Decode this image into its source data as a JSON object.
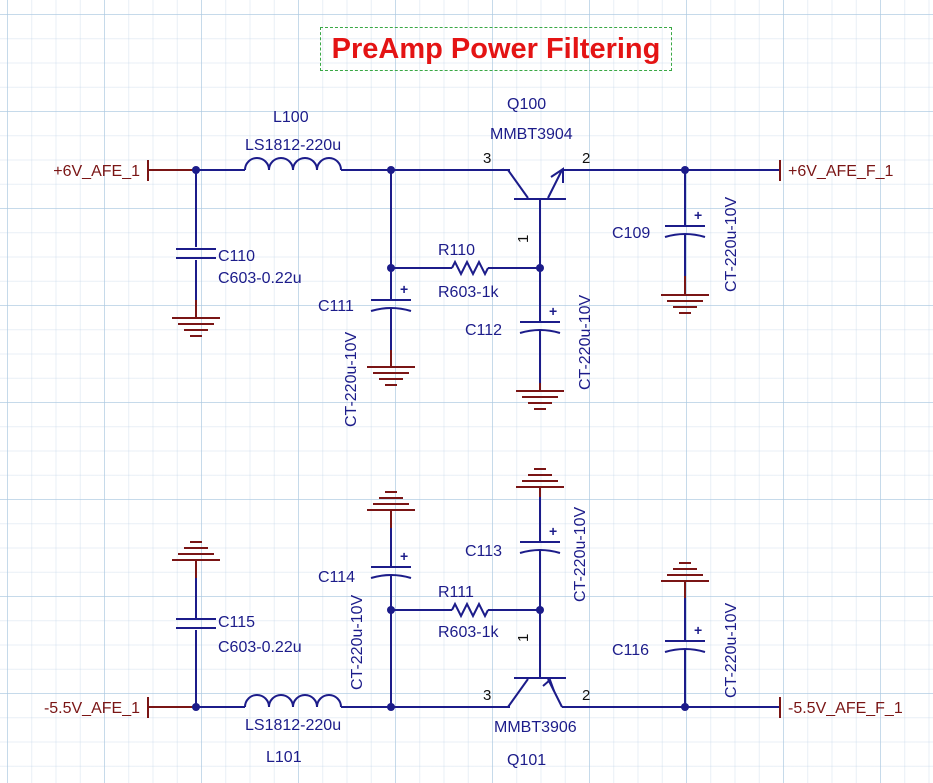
{
  "title": "PreAmp Power Filtering",
  "colors": {
    "wire": "#1c1c8a",
    "net_port": "#7a1515",
    "title": "#e41414",
    "title_border": "#3aa845",
    "grid": "#aac8e1"
  },
  "nets": {
    "in_pos": "+6V_AFE_1",
    "out_pos": "+6V_AFE_F_1",
    "in_neg": "-5.5V_AFE_1",
    "out_neg": "-5.5V_AFE_F_1"
  },
  "components": {
    "l100": {
      "ref": "L100",
      "value": "LS1812-220u"
    },
    "l101": {
      "ref": "L101",
      "value": "LS1812-220u"
    },
    "q100": {
      "ref": "Q100",
      "value": "MMBT3904",
      "pin_c": "3",
      "pin_e": "2",
      "pin_b": "1"
    },
    "q101": {
      "ref": "Q101",
      "value": "MMBT3906",
      "pin_c": "3",
      "pin_e": "2",
      "pin_b": "1"
    },
    "r110": {
      "ref": "R110",
      "value": "R603-1k"
    },
    "r111": {
      "ref": "R111",
      "value": "R603-1k"
    },
    "c109": {
      "ref": "C109",
      "value": "CT-220u-10V",
      "polarity": "+"
    },
    "c110": {
      "ref": "C110",
      "value": "C603-0.22u"
    },
    "c111": {
      "ref": "C111",
      "value": "CT-220u-10V",
      "polarity": "+"
    },
    "c112": {
      "ref": "C112",
      "value": "CT-220u-10V",
      "polarity": "+"
    },
    "c113": {
      "ref": "C113",
      "value": "CT-220u-10V",
      "polarity": "+"
    },
    "c114": {
      "ref": "C114",
      "value": "CT-220u-10V",
      "polarity": "+"
    },
    "c115": {
      "ref": "C115",
      "value": "C603-0.22u"
    },
    "c116": {
      "ref": "C116",
      "value": "CT-220u-10V",
      "polarity": "+"
    }
  }
}
